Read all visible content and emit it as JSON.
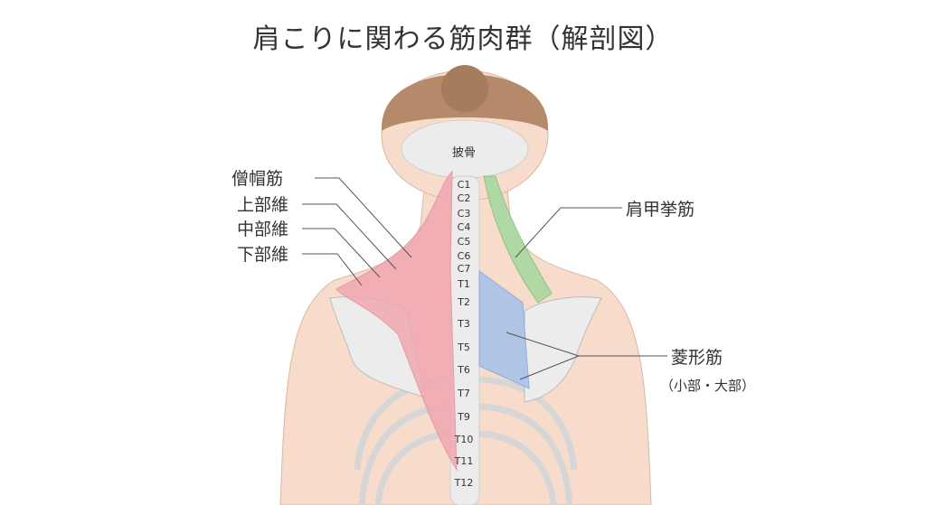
{
  "title": "肩こりに関わる筋肉群（解剖図）",
  "labels": {
    "occipital": "披骨",
    "trapezius": "僧帽筋",
    "upper": "上部維",
    "middle": "中部維",
    "lower": "下部維",
    "levator_scapulae": "肩甲挙筋",
    "rhomboid": "菱形筋",
    "rhomboid_sub": "（小部・大部）"
  },
  "vertebrae": [
    "C1",
    "C2",
    "C3",
    "C4",
    "C5",
    "C6",
    "C7",
    "T1",
    "T2",
    "T3",
    "T5",
    "T6",
    "T7",
    "T9",
    "T10",
    "T11",
    "T12"
  ],
  "colors": {
    "skin": "#f8dccb",
    "hair": "#b48a6a",
    "bone": "#e9e9e9",
    "trapezius": "#f0a7b2",
    "levator": "#a8d8a0",
    "rhomboid": "#a9c3ea"
  }
}
